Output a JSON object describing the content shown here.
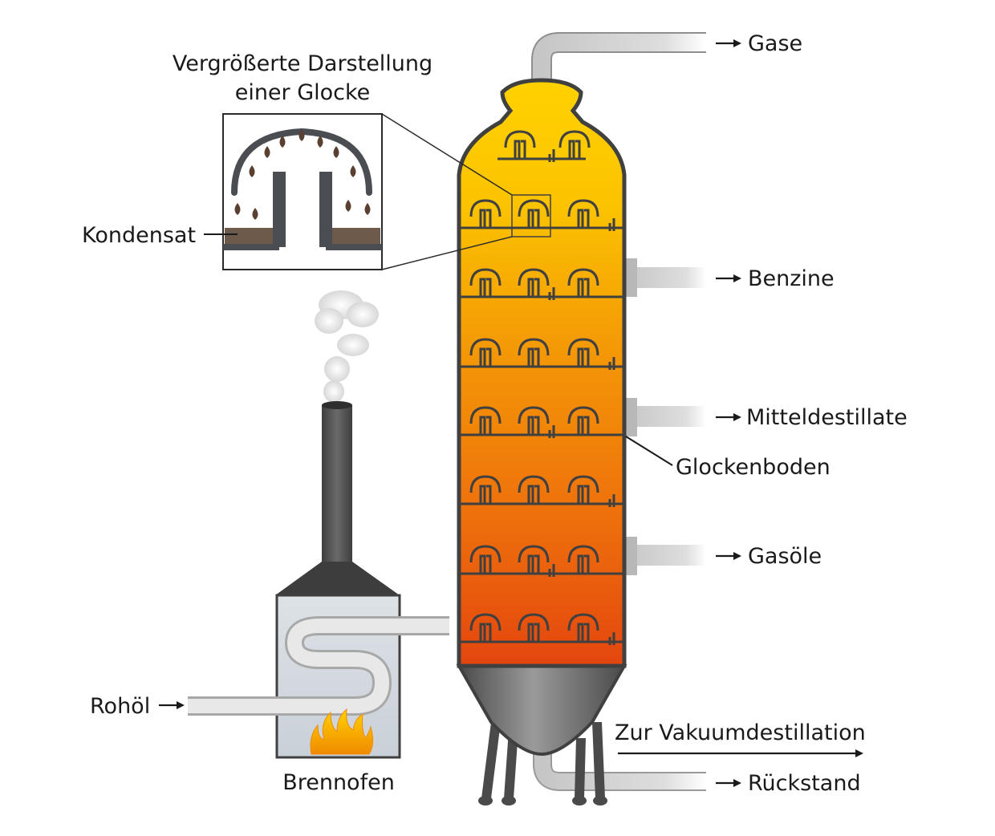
{
  "labels": {
    "inset_title_line1": "Vergrößerte Darstellung",
    "inset_title_line2": "einer Glocke",
    "condensate": "Kondensat",
    "gases": "Gase",
    "gasoline": "Benzine",
    "middle_distillates": "Mitteldestillate",
    "bubble_cap_tray": "Glockenboden",
    "gas_oils": "Gasöle",
    "vacuum_distillation": "Zur Vakuumdestillation",
    "residue": "Rückstand",
    "crude_oil": "Rohöl",
    "furnace": "Brennofen"
  },
  "colors": {
    "column_top": "#ffd200",
    "column_mid": "#f28a0a",
    "column_bottom": "#e4460e",
    "outline": "#404040",
    "pipe": "#cfcfcf",
    "furnace_box": "#d6dde4",
    "flame": "#f7a800"
  },
  "icons": {
    "furnace_flame": "flame-icon",
    "chimney_smoke": "smoke-icon",
    "arrows": "arrow-right-icon"
  }
}
